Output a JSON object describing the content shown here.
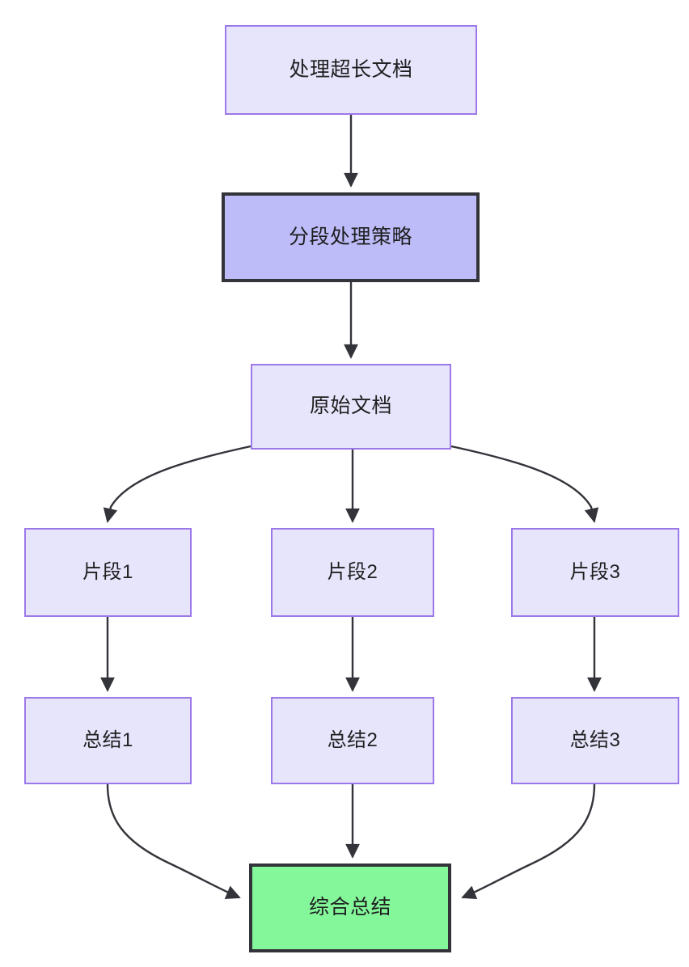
{
  "diagram": {
    "type": "flowchart",
    "direction": "top-down",
    "background_color": "#ffffff",
    "styles": {
      "default_fill": "#e7e5fb",
      "default_stroke": "#9d78e8",
      "highlight_fill": "#bdbcf9",
      "highlight_stroke": "#33333a",
      "final_fill": "#84f79a",
      "final_stroke": "#33333a",
      "edge_color": "#33333a",
      "text_color": "#1f1f20"
    },
    "nodes": [
      {
        "id": "n1",
        "label": "处理超长文档",
        "style": "default"
      },
      {
        "id": "n2",
        "label": "分段处理策略",
        "style": "highlight"
      },
      {
        "id": "n3",
        "label": "原始文档",
        "style": "default"
      },
      {
        "id": "n4",
        "label": "片段1",
        "style": "default"
      },
      {
        "id": "n5",
        "label": "片段2",
        "style": "default"
      },
      {
        "id": "n6",
        "label": "片段3",
        "style": "default"
      },
      {
        "id": "n7",
        "label": "总结1",
        "style": "default"
      },
      {
        "id": "n8",
        "label": "总结2",
        "style": "default"
      },
      {
        "id": "n9",
        "label": "总结3",
        "style": "default"
      },
      {
        "id": "n10",
        "label": "综合总结",
        "style": "final"
      }
    ],
    "edges": [
      {
        "from": "n1",
        "to": "n2",
        "shape": "straight",
        "arrow": "end"
      },
      {
        "from": "n2",
        "to": "n3",
        "shape": "straight",
        "arrow": "end"
      },
      {
        "from": "n3",
        "to": "n4",
        "shape": "curve",
        "arrow": "end"
      },
      {
        "from": "n3",
        "to": "n5",
        "shape": "straight",
        "arrow": "end"
      },
      {
        "from": "n3",
        "to": "n6",
        "shape": "curve",
        "arrow": "end"
      },
      {
        "from": "n4",
        "to": "n7",
        "shape": "straight",
        "arrow": "end"
      },
      {
        "from": "n5",
        "to": "n8",
        "shape": "straight",
        "arrow": "end"
      },
      {
        "from": "n6",
        "to": "n9",
        "shape": "straight",
        "arrow": "end"
      },
      {
        "from": "n7",
        "to": "n10",
        "shape": "curve",
        "arrow": "end"
      },
      {
        "from": "n8",
        "to": "n10",
        "shape": "straight",
        "arrow": "end"
      },
      {
        "from": "n9",
        "to": "n10",
        "shape": "curve",
        "arrow": "end"
      }
    ]
  }
}
